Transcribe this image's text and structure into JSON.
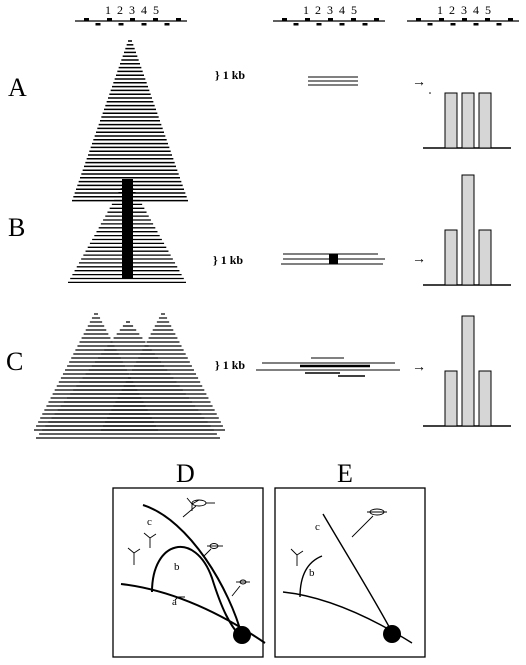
{
  "map_numbers": [
    "1",
    "2",
    "3",
    "4",
    "5"
  ],
  "rows": [
    {
      "id": "A",
      "label": "A",
      "scale": "} 1 kb",
      "arrow": "→",
      "counts": [
        1,
        1,
        1
      ]
    },
    {
      "id": "B",
      "label": "B",
      "scale": "} 1 kb",
      "arrow": "→",
      "counts": [
        1,
        2,
        1
      ]
    },
    {
      "id": "C",
      "label": "C",
      "scale": "} 1 kb",
      "arrow": "→",
      "counts": [
        1,
        2,
        1
      ]
    }
  ],
  "schematics": [
    {
      "id": "D",
      "label": "D",
      "curves": [
        "a",
        "b",
        "c"
      ]
    },
    {
      "id": "E",
      "label": "E",
      "curves": [
        "b",
        "c"
      ]
    }
  ],
  "colors": {
    "ink": "#000000",
    "bar_fill": "#d6d6d6"
  }
}
